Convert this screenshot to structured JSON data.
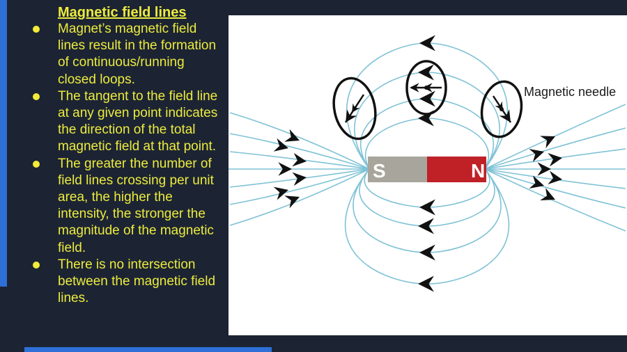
{
  "slide": {
    "title": "Magnetic field lines",
    "bullets": [
      "Magnet’s magnetic field lines result in the formation of continuous/running closed loops.",
      "The tangent to the field line at any given point indicates the direction of the total magnetic field at that point.",
      "The greater the number of field lines crossing per unit area, the higher the intensity, the stronger the magnitude of the magnetic field.",
      "There is no intersection between the magnetic field lines."
    ]
  },
  "diagram": {
    "magnet": {
      "south_label": "S",
      "north_label": "N"
    },
    "needle_label": "Magnetic needle"
  },
  "colors": {
    "background": "#1c2433",
    "accent_bar": "#2f6fd8",
    "bullet_text": "#eceb3e",
    "panel": "#ffffff",
    "field_line": "#7fc2d6",
    "magnet_red": "#bf2127",
    "magnet_gray": "#a8a69c",
    "diagram_ink": "#111111"
  }
}
